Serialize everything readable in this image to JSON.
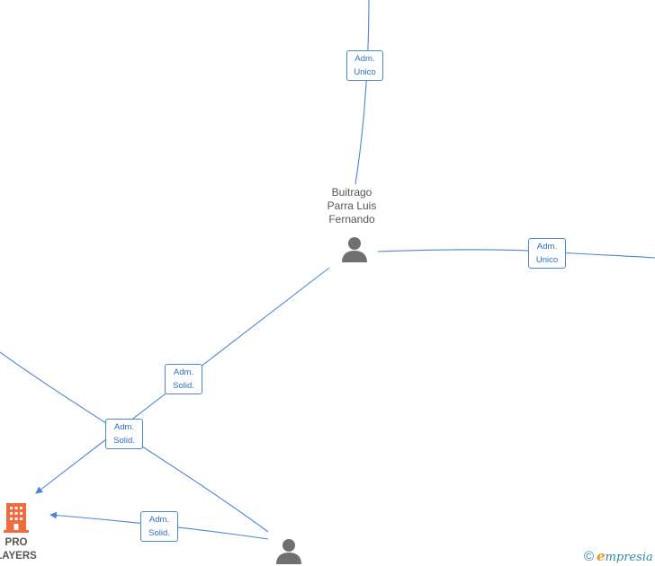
{
  "people": [
    {
      "id": "buitrago",
      "name_lines": [
        "Buitrago",
        "Parra Luis",
        "Fernando"
      ],
      "icon": "person-icon"
    },
    {
      "id": "person-bottom",
      "name_lines": [],
      "icon": "person-icon"
    }
  ],
  "companies": [
    {
      "id": "pro-layers",
      "name_lines": [
        "PRO",
        "LAYERS"
      ],
      "icon": "building-icon"
    }
  ],
  "edges": [
    {
      "id": "top",
      "from": "buitrago",
      "to": "offscreen-top",
      "label": [
        "Adm.",
        "Unico"
      ]
    },
    {
      "id": "right",
      "from": "buitrago",
      "to": "offscreen-right",
      "label": [
        "Adm.",
        "Unico"
      ]
    },
    {
      "id": "to-company",
      "from": "buitrago",
      "to": "pro-layers",
      "label": [
        "Adm.",
        "Solid."
      ]
    },
    {
      "id": "cross",
      "from": "offscreen-left",
      "to": "person-bottom",
      "label": [
        "Adm.",
        "Solid."
      ]
    },
    {
      "id": "bottom",
      "from": "person-bottom",
      "to": "pro-layers",
      "label": [
        "Adm.",
        "Solid."
      ]
    }
  ],
  "colors": {
    "edge": "#4a86d6",
    "label_text": "#2f6fc4",
    "person": "#707070",
    "company": "#f26a3d",
    "brand_teal": "#2c8aa8",
    "brand_orange": "#e8962a"
  },
  "brand": {
    "copyright": "©",
    "initial": "e",
    "rest": "mpresia"
  }
}
